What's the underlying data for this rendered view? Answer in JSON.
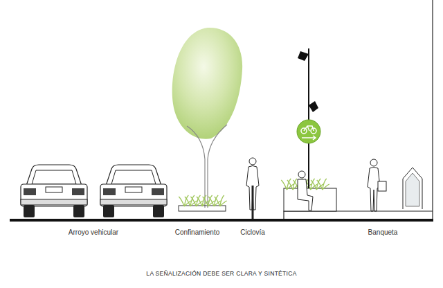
{
  "diagram": {
    "caption": "LA SEÑALIZACIÓN DEBE SER CLARA Y SINTÉTICA",
    "labels": [
      "Arroyo vehicular",
      "Confinamiento",
      "Ciclovía",
      "Banqueta"
    ]
  }
}
